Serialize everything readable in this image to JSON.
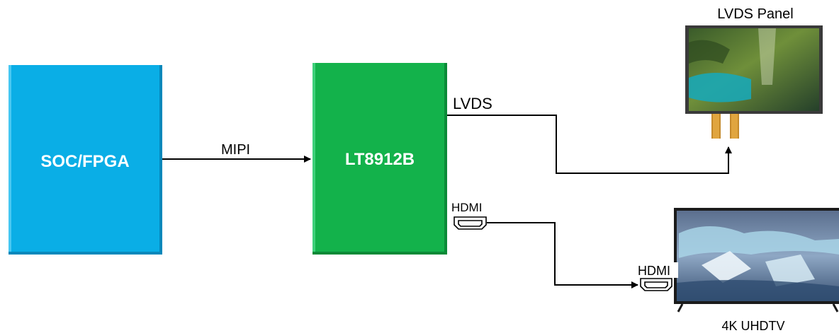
{
  "blocks": {
    "soc": {
      "label": "SOC/FPGA",
      "color": "#0aaee6"
    },
    "chip": {
      "label": "LT8912B",
      "color": "#13b24b"
    }
  },
  "connections": {
    "mipi": "MIPI",
    "lvds": "LVDS",
    "hdmi_out": "HDMI",
    "hdmi_in": "HDMI"
  },
  "devices": {
    "lvds_panel": "LVDS Panel",
    "tv": "4K UHDTV"
  }
}
